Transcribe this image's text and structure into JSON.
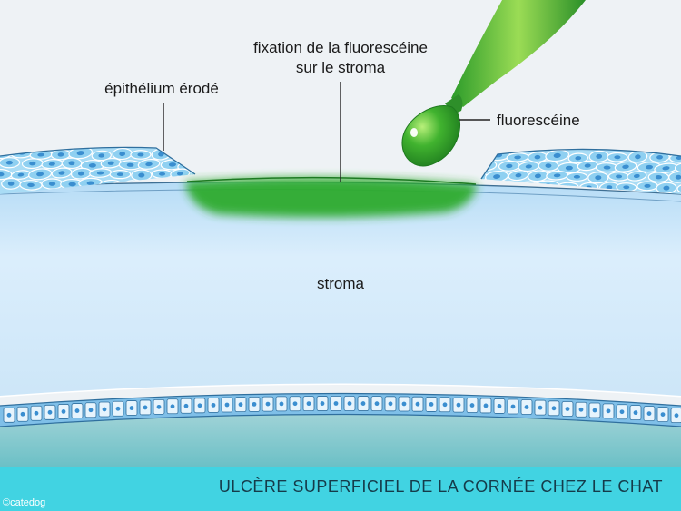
{
  "labels": {
    "fixation": [
      "fixation de la fluorescéine",
      "sur le stroma"
    ],
    "epithelium": "épithélium érodé",
    "fluorescein": "fluorescéine",
    "stroma": "stroma"
  },
  "footer": {
    "title": "ULCÈRE SUPERFICIEL DE LA CORNÉE CHEZ LE CHAT",
    "credit": "©catedog"
  },
  "colors": {
    "background": "#eef2f5",
    "stroma": "#cfe8fb",
    "epithelium_cell": "#8fd0f1",
    "cell_nucleus": "#3a8ed0",
    "fluorescein_green": "#2fa82b",
    "footer_band": "#41d3e2",
    "label_text": "#1a1a1a"
  }
}
